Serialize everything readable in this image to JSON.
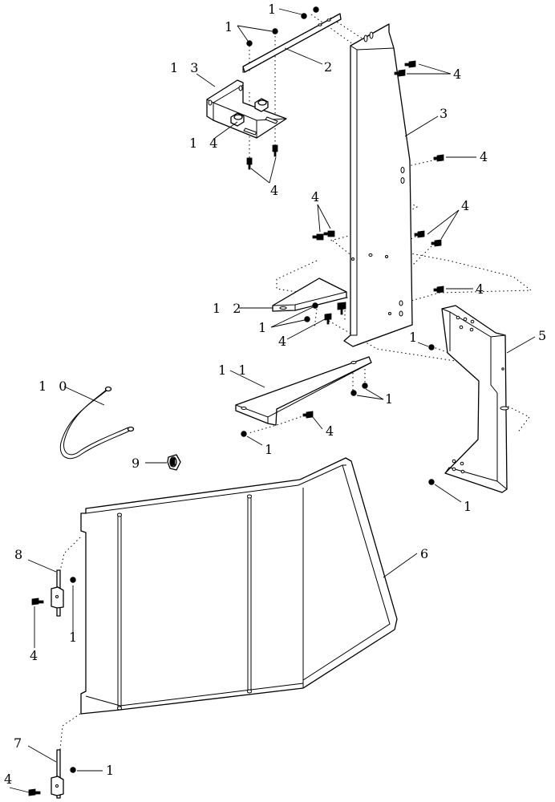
{
  "diagram": {
    "type": "exploded parts view",
    "callouts": {
      "c1_top": "1",
      "c1_top2": "1",
      "c2": "2",
      "c13": "1 3",
      "c4_topright": "4",
      "c14": "1 4",
      "c3": "3",
      "c4_a": "4",
      "c4_b": "4",
      "c4_c": "4",
      "c4_d": "4",
      "c4_e": "4",
      "c12": "1 2",
      "c1_mid": "1",
      "c4_mid": "4",
      "c1_right": "1",
      "c5": "5",
      "c11": "1 1",
      "c1_mid2": "1",
      "c10": "1 0",
      "c4_low": "4",
      "c1_low": "1",
      "c9": "9",
      "c1_bottomright": "1",
      "c6": "6",
      "c8": "8",
      "c4_left": "4",
      "c1_left": "1",
      "c7": "7",
      "c4_bottom": "4",
      "c1_bottom": "1"
    }
  }
}
